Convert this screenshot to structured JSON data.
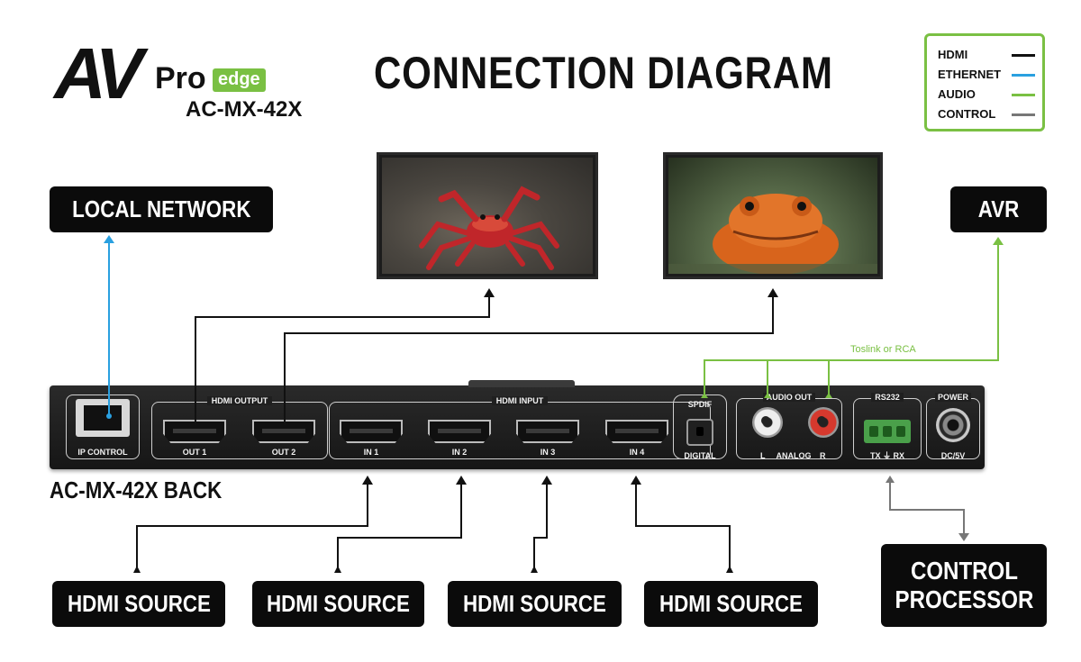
{
  "brand": {
    "logo_av": "AV",
    "logo_pro": "Pro",
    "logo_edge": "edge",
    "model": "AC-MX-42X"
  },
  "title": "CONNECTION DIAGRAM",
  "legend": [
    {
      "label": "HDMI",
      "color": "#111111"
    },
    {
      "label": "ETHERNET",
      "color": "#2aa0e0"
    },
    {
      "label": "AUDIO",
      "color": "#7ac043"
    },
    {
      "label": "CONTROL",
      "color": "#777777"
    }
  ],
  "labels": {
    "local_network": "LOCAL NETWORK",
    "avr": "AVR",
    "back": "AC-MX-42X BACK",
    "sources": [
      "HDMI SOURCE",
      "HDMI SOURCE",
      "HDMI SOURCE",
      "HDMI SOURCE"
    ],
    "control_processor": "CONTROL\nPROCESSOR",
    "toslink_note": "Toslink or RCA"
  },
  "device": {
    "ip_control": "IP CONTROL",
    "hdmi_output": "HDMI  OUTPUT",
    "outputs": [
      "OUT 1",
      "OUT 2"
    ],
    "hdmi_input": "HDMI INPUT",
    "inputs": [
      "IN 1",
      "IN 2",
      "IN 3",
      "IN 4"
    ],
    "spdif": "SPDIF",
    "digital": "DIGITAL",
    "audio_out": "AUDIO OUT",
    "analog_l": "L",
    "analog": "ANALOG",
    "analog_r": "R",
    "rs232": "RS232",
    "rs232_pins": "TX  ⏚  RX",
    "power": "POWER",
    "dc": "DC/5V"
  }
}
